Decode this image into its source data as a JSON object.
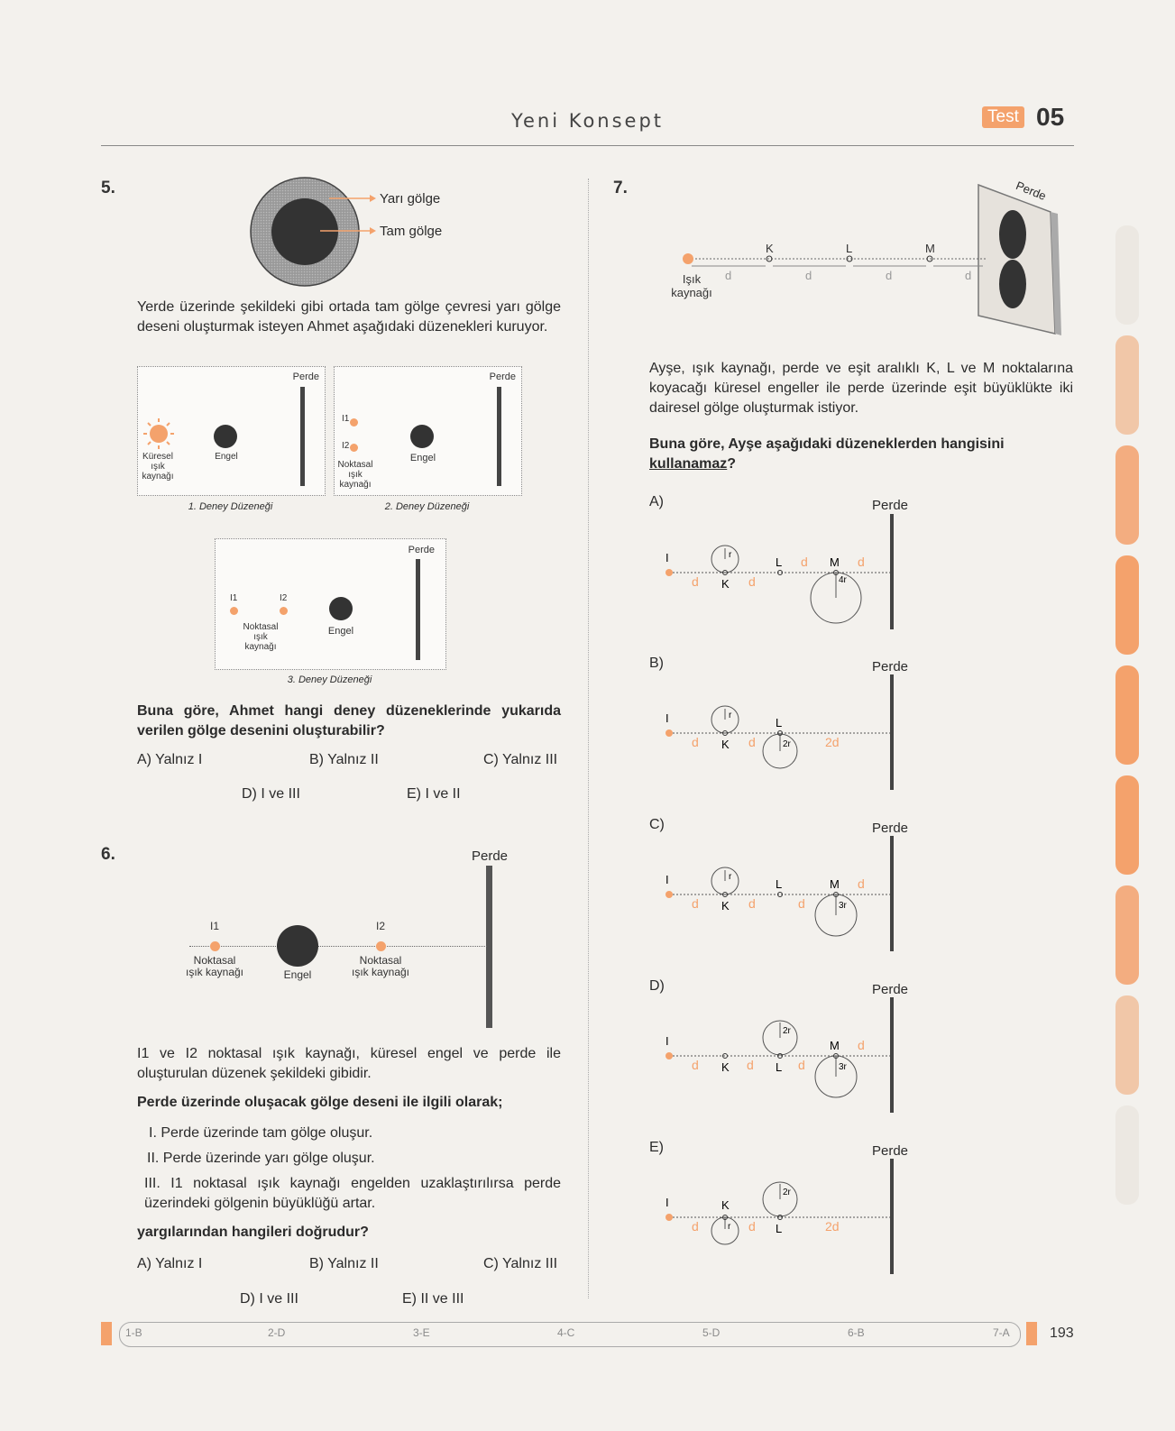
{
  "header": {
    "title": "Yeni Konsept",
    "test_label": "Test",
    "test_number": "05"
  },
  "q5": {
    "number": "5.",
    "legend_half": "Yarı gölge",
    "legend_full": "Tam gölge",
    "text": "Yerde üzerinde şekildeki gibi ortada tam gölge çevresi yarı gölge deseni oluşturmak isteyen Ahmet aşağıdaki düzenekleri kuruyor.",
    "setup1": {
      "screen": "Perde",
      "source": "Küresel ışık kaynağı",
      "obstacle": "Engel",
      "caption": "1. Deney Düzeneği"
    },
    "setup2": {
      "screen": "Perde",
      "i1": "I1",
      "i2": "I2",
      "source": "Noktasal ışık kaynağı",
      "obstacle": "Engel",
      "caption": "2. Deney Düzeneği"
    },
    "setup3": {
      "screen": "Perde",
      "i1": "I1",
      "i2": "I2",
      "source": "Noktasal ışık kaynağı",
      "obstacle": "Engel",
      "caption": "3. Deney Düzeneği"
    },
    "question": "Buna göre, Ahmet hangi deney düzeneklerinde yukarıda verilen gölge desenini oluşturabilir?",
    "options": {
      "A": "A) Yalnız I",
      "B": "B) Yalnız II",
      "C": "C) Yalnız III",
      "D": "D) I ve III",
      "E": "E) I ve II"
    }
  },
  "q6": {
    "number": "6.",
    "screen": "Perde",
    "i1": "I1",
    "i2": "I2",
    "source": "Noktasal ışık kaynağı",
    "obstacle": "Engel",
    "text1": "I1 ve I2 noktasal ışık kaynağı, küresel engel ve perde ile oluşturulan düzenek şekildeki gibidir.",
    "text2": "Perde üzerinde oluşacak gölge deseni ile ilgili olarak;",
    "items": [
      "I. Perde üzerinde tam gölge oluşur.",
      "II. Perde üzerinde yarı gölge oluşur.",
      "III. I1 noktasal ışık kaynağı engelden uzaklaştırılırsa perde üzerindeki gölgenin büyüklüğü artar."
    ],
    "question": "yargılarından hangileri doğrudur?",
    "options": {
      "A": "A) Yalnız I",
      "B": "B) Yalnız II",
      "C": "C) Yalnız III",
      "D": "D) I ve III",
      "E": "E) II ve III"
    }
  },
  "q7": {
    "number": "7.",
    "screen": "Perde",
    "source": "Işık kaynağı",
    "points": [
      "K",
      "L",
      "M"
    ],
    "dist": "d",
    "text": "Ayşe, ışık kaynağı, perde ve eşit aralıklı K, L ve M noktalarına koyacağı küresel engeller ile perde üzerinde eşit büyüklükte iki dairesel gölge oluşturmak istiyor.",
    "question_pre": "Buna göre, Ayşe aşağıdaki düzeneklerden hangisini ",
    "question_u": "kullanamaz",
    "question_post": "?",
    "options": [
      {
        "label": "A)",
        "screen": "Perde"
      },
      {
        "label": "B)",
        "screen": "Perde"
      },
      {
        "label": "C)",
        "screen": "Perde"
      },
      {
        "label": "D)",
        "screen": "Perde"
      },
      {
        "label": "E)",
        "screen": "Perde"
      }
    ]
  },
  "footer": {
    "answers": [
      "1-B",
      "2-D",
      "3-E",
      "4-C",
      "5-D",
      "6-B",
      "7-A"
    ],
    "page": "193"
  },
  "colors": {
    "accent": "#f4a26c",
    "dark": "#333333"
  }
}
